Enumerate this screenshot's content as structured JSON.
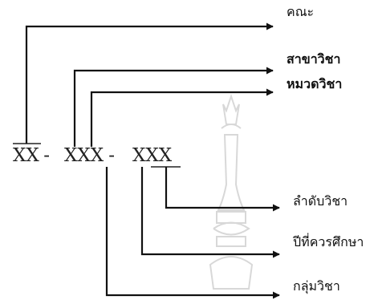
{
  "code": {
    "seg1": "XX",
    "sep1": " - ",
    "seg2": "XXX",
    "sep2": " - ",
    "seg3": "XXX"
  },
  "labels": {
    "faculty": "คณะ",
    "major": "สาขาวิชา",
    "category": "หมวดวิชา",
    "sequence": "ลำดับวิชา",
    "year": "ปีที่ควรศึกษา",
    "group": "กลุ่มวิชา"
  },
  "colors": {
    "line": "#111111",
    "text": "#222222",
    "watermark": "#cfcfcf"
  }
}
